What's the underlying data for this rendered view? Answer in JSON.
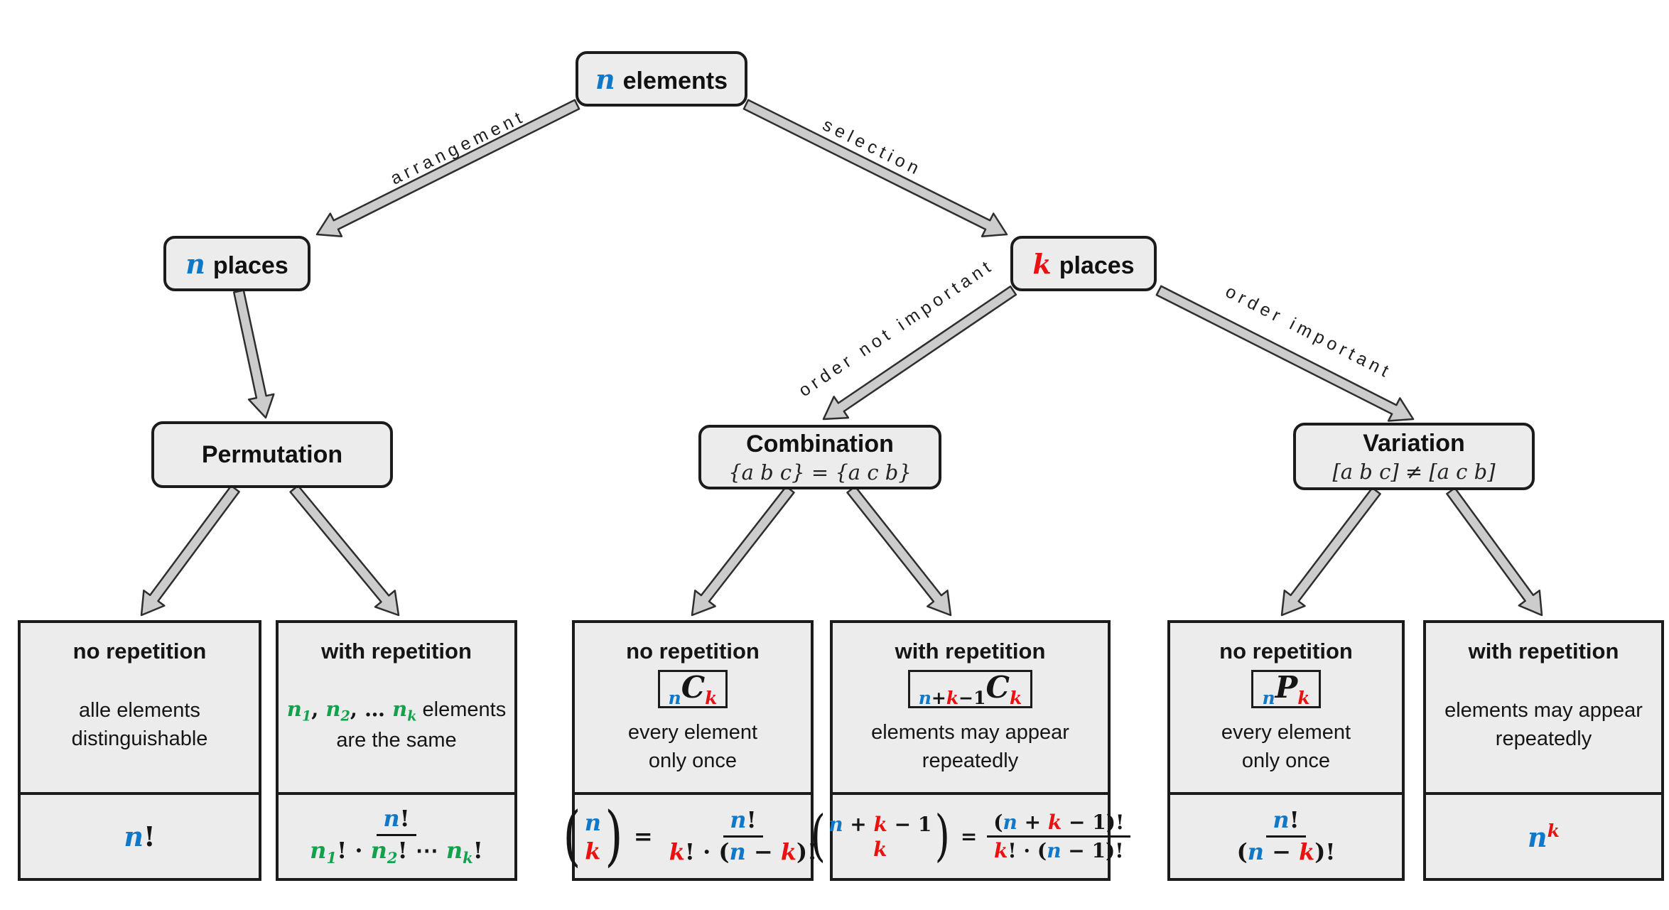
{
  "palette": {
    "blue": "#0f78c8",
    "red": "#ea1111",
    "green": "#12a24e",
    "boxfill": "#ececec",
    "arrowfill": "#cccccc",
    "arrowstroke": "#2e2e2e"
  },
  "nodes": {
    "root": {
      "var": "n",
      "label": "elements"
    },
    "n_places": {
      "var": "n",
      "label": "places"
    },
    "k_places": {
      "var": "k",
      "label": "places"
    },
    "permutation": {
      "title": "Permutation"
    },
    "combination": {
      "title": "Combination",
      "subtitle": "{a b c} = {a c b}"
    },
    "variation": {
      "title": "Variation",
      "subtitle": "[a b c] ≠ [a c b]"
    }
  },
  "edge_labels": {
    "arrangement": "arrangement",
    "selection": "selection",
    "order_not_important": "order not important",
    "order_important": "order important"
  },
  "leaves": [
    {
      "header": "no repetition",
      "desc_lines": [
        [
          {
            "t": "alle elements"
          }
        ],
        [
          {
            "t": "distinguishable"
          }
        ]
      ],
      "formula": {
        "type": "plain",
        "tokens": [
          {
            "t": "n",
            "c": "blue"
          },
          {
            "t": "!"
          }
        ]
      }
    },
    {
      "header": "with repetition",
      "desc_lines": [
        [
          {
            "t": "n",
            "c": "green",
            "sub": "1",
            "m": true
          },
          {
            "t": ", ",
            "m": true
          },
          {
            "t": "n",
            "c": "green",
            "sub": "2",
            "m": true
          },
          {
            "t": ", … ",
            "m": true
          },
          {
            "t": "n",
            "c": "green",
            "sub": "k",
            "m": true
          },
          {
            "t": " elements"
          }
        ],
        [
          {
            "t": "are the same"
          }
        ]
      ],
      "formula": {
        "type": "frac",
        "num": [
          {
            "t": "n",
            "c": "blue"
          },
          {
            "t": "!"
          }
        ],
        "den": [
          {
            "t": "n",
            "c": "green",
            "sub": "1"
          },
          {
            "t": "! · "
          },
          {
            "t": "n",
            "c": "green",
            "sub": "2"
          },
          {
            "t": "! ⋯ "
          },
          {
            "t": "n",
            "c": "green",
            "sub": "k"
          },
          {
            "t": "!"
          }
        ]
      }
    },
    {
      "header": "no repetition",
      "symbol": {
        "pre": [
          {
            "t": "n",
            "c": "blue"
          }
        ],
        "letter": "C",
        "post": [
          {
            "t": "k",
            "c": "red"
          }
        ]
      },
      "desc_lines": [
        [
          {
            "t": "every element"
          }
        ],
        [
          {
            "t": "only once"
          }
        ]
      ],
      "formula": {
        "type": "binom_eq_frac",
        "binom_top": [
          {
            "t": "n",
            "c": "blue"
          }
        ],
        "binom_bot": [
          {
            "t": "k",
            "c": "red"
          }
        ],
        "num": [
          {
            "t": "n",
            "c": "blue"
          },
          {
            "t": "!"
          }
        ],
        "den": [
          {
            "t": "k",
            "c": "red"
          },
          {
            "t": "! · ("
          },
          {
            "t": "n",
            "c": "blue"
          },
          {
            "t": " − "
          },
          {
            "t": "k",
            "c": "red"
          },
          {
            "t": ")!"
          }
        ]
      }
    },
    {
      "header": "with repetition",
      "symbol": {
        "pre": [
          {
            "t": "n",
            "c": "blue"
          },
          {
            "t": "+"
          },
          {
            "t": "k",
            "c": "red"
          },
          {
            "t": "−1"
          }
        ],
        "letter": "C",
        "post": [
          {
            "t": "k",
            "c": "red"
          }
        ]
      },
      "desc_lines": [
        [
          {
            "t": "elements may appear"
          }
        ],
        [
          {
            "t": "repeatedly"
          }
        ]
      ],
      "formula": {
        "type": "binom_eq_frac",
        "binom_top": [
          {
            "t": "n",
            "c": "blue"
          },
          {
            "t": " + "
          },
          {
            "t": "k",
            "c": "red"
          },
          {
            "t": " − 1"
          }
        ],
        "binom_bot": [
          {
            "t": "k",
            "c": "red"
          }
        ],
        "num": [
          {
            "t": "("
          },
          {
            "t": "n",
            "c": "blue"
          },
          {
            "t": " + "
          },
          {
            "t": "k",
            "c": "red"
          },
          {
            "t": " − 1)!"
          }
        ],
        "den": [
          {
            "t": "k",
            "c": "red"
          },
          {
            "t": "! · ("
          },
          {
            "t": "n",
            "c": "blue"
          },
          {
            "t": " − 1)!"
          }
        ]
      }
    },
    {
      "header": "no repetition",
      "symbol": {
        "pre": [
          {
            "t": "n",
            "c": "blue"
          }
        ],
        "letter": "P",
        "post": [
          {
            "t": "k",
            "c": "red"
          }
        ]
      },
      "desc_lines": [
        [
          {
            "t": "every element"
          }
        ],
        [
          {
            "t": "only once"
          }
        ]
      ],
      "formula": {
        "type": "frac",
        "num": [
          {
            "t": "n",
            "c": "blue"
          },
          {
            "t": "!"
          }
        ],
        "den": [
          {
            "t": "("
          },
          {
            "t": "n",
            "c": "blue"
          },
          {
            "t": " − "
          },
          {
            "t": "k",
            "c": "red"
          },
          {
            "t": ")!"
          }
        ]
      }
    },
    {
      "header": "with repetition",
      "desc_lines": [
        [
          {
            "t": "elements may appear"
          }
        ],
        [
          {
            "t": "repeatedly"
          }
        ]
      ],
      "formula": {
        "type": "plain",
        "tokens": [
          {
            "t": "n",
            "c": "blue",
            "sup": "k",
            "supc": "red"
          }
        ]
      }
    }
  ]
}
